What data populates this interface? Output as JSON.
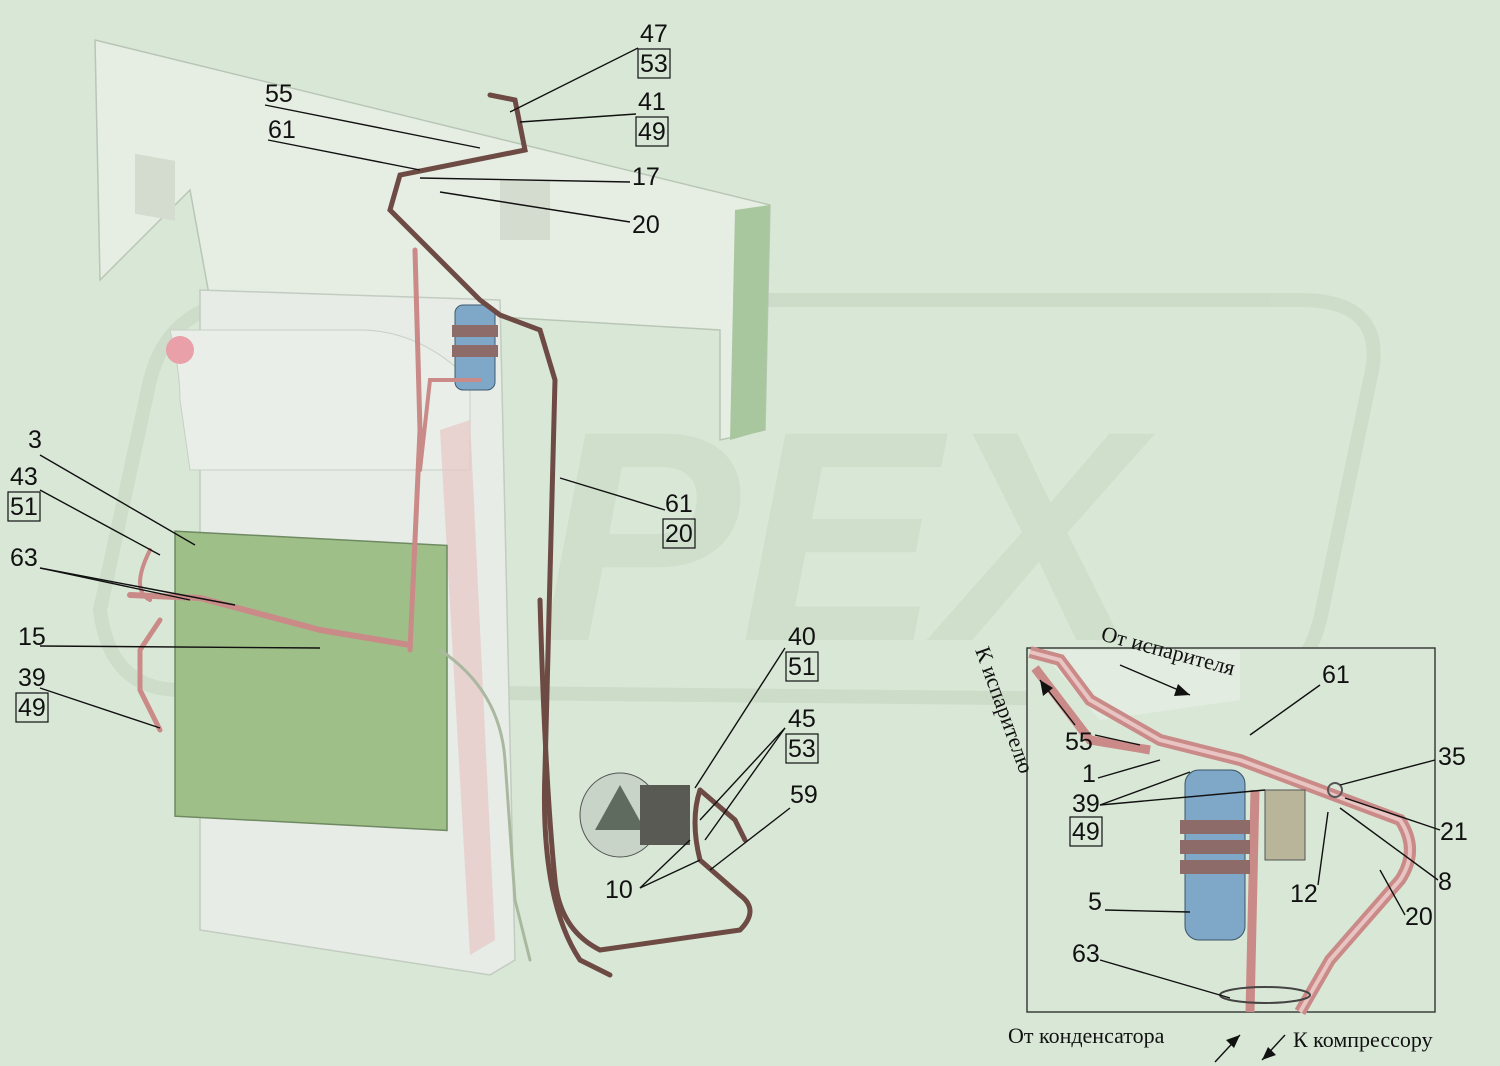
{
  "colors": {
    "background": "#d9e8d6",
    "panel": "#e6eee4",
    "condenser": "#9fbf88",
    "radiator": "#e7ece6",
    "hose_pink": "#c98a88",
    "hose_dark": "#6e4a44",
    "receiver_blue": "#7fa8c8",
    "watermark": "#c9d9c5"
  },
  "watermark": "PEX",
  "callouts": {
    "c47": "47",
    "c53a": "53",
    "c55": "55",
    "c41": "41",
    "c49a": "49",
    "c61": "61",
    "c17": "17",
    "c20": "20",
    "c3": "3",
    "c43": "43",
    "c51a": "51",
    "c63": "63",
    "c15": "15",
    "c39": "39",
    "c49b": "49",
    "c61b": "61",
    "c20b": "20",
    "c40": "40",
    "c51b": "51",
    "c45": "45",
    "c53b": "53",
    "c59": "59",
    "c10": "10"
  },
  "inset": {
    "from_evaporator": "От испарителя",
    "to_evaporator": "К испарителю",
    "from_condenser": "От конденсатора",
    "to_compressor": "К компрессору",
    "callouts": {
      "i61": "61",
      "i55": "55",
      "i1": "1",
      "i39": "39",
      "i49": "49",
      "i5": "5",
      "i63": "63",
      "i35": "35",
      "i21": "21",
      "i12": "12",
      "i8": "8",
      "i20": "20"
    }
  }
}
